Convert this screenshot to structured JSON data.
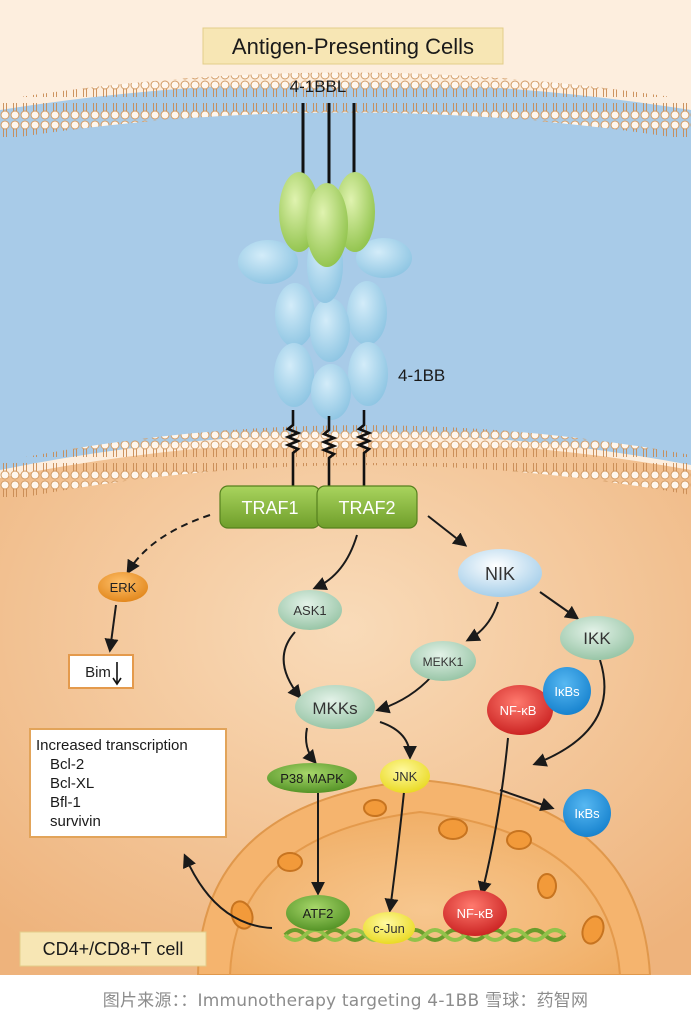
{
  "title": "Antigen-Presenting Cells",
  "ligand_label": "4-1BBL",
  "receptor_label": "4-1BB",
  "cell_label": "CD4+/CD8+T cell",
  "adaptors": {
    "traf1": "TRAF1",
    "traf2": "TRAF2"
  },
  "nodes": {
    "erk": "ERK",
    "bim": "Bim",
    "ask1": "ASK1",
    "nik": "NIK",
    "mekk1": "MEKK1",
    "ikk": "IKK",
    "mkks": "MKKs",
    "p38": "P38 MAPK",
    "jnk": "JNK",
    "nfkb_complex": "NF-κB",
    "ikbs_complex": "IκBs",
    "ikbs_free": "IκBs",
    "atf2": "ATF2",
    "cjun": "c-Jun",
    "nfkb_nucleus": "NF-κB"
  },
  "transcription_box": {
    "heading": "Increased transcription",
    "genes": [
      "Bcl-2",
      "Bcl-XL",
      "Bfl-1",
      "survivin"
    ]
  },
  "colors": {
    "extracellular": "#fdeede",
    "cleft": "#a8cbe8",
    "cytoplasm": "#f3c69a",
    "traf_green": "#86b53a",
    "kinase_green": "#a3ccb0",
    "nfkb_red": "#e03030",
    "ikbs_blue": "#1f8ed8",
    "jnk_yellow": "#f2e52a",
    "erk_orange": "#e8901e"
  },
  "source_caption": "图片来源：：Immunotherapy targeting 4-1BB  雪球：药智网"
}
